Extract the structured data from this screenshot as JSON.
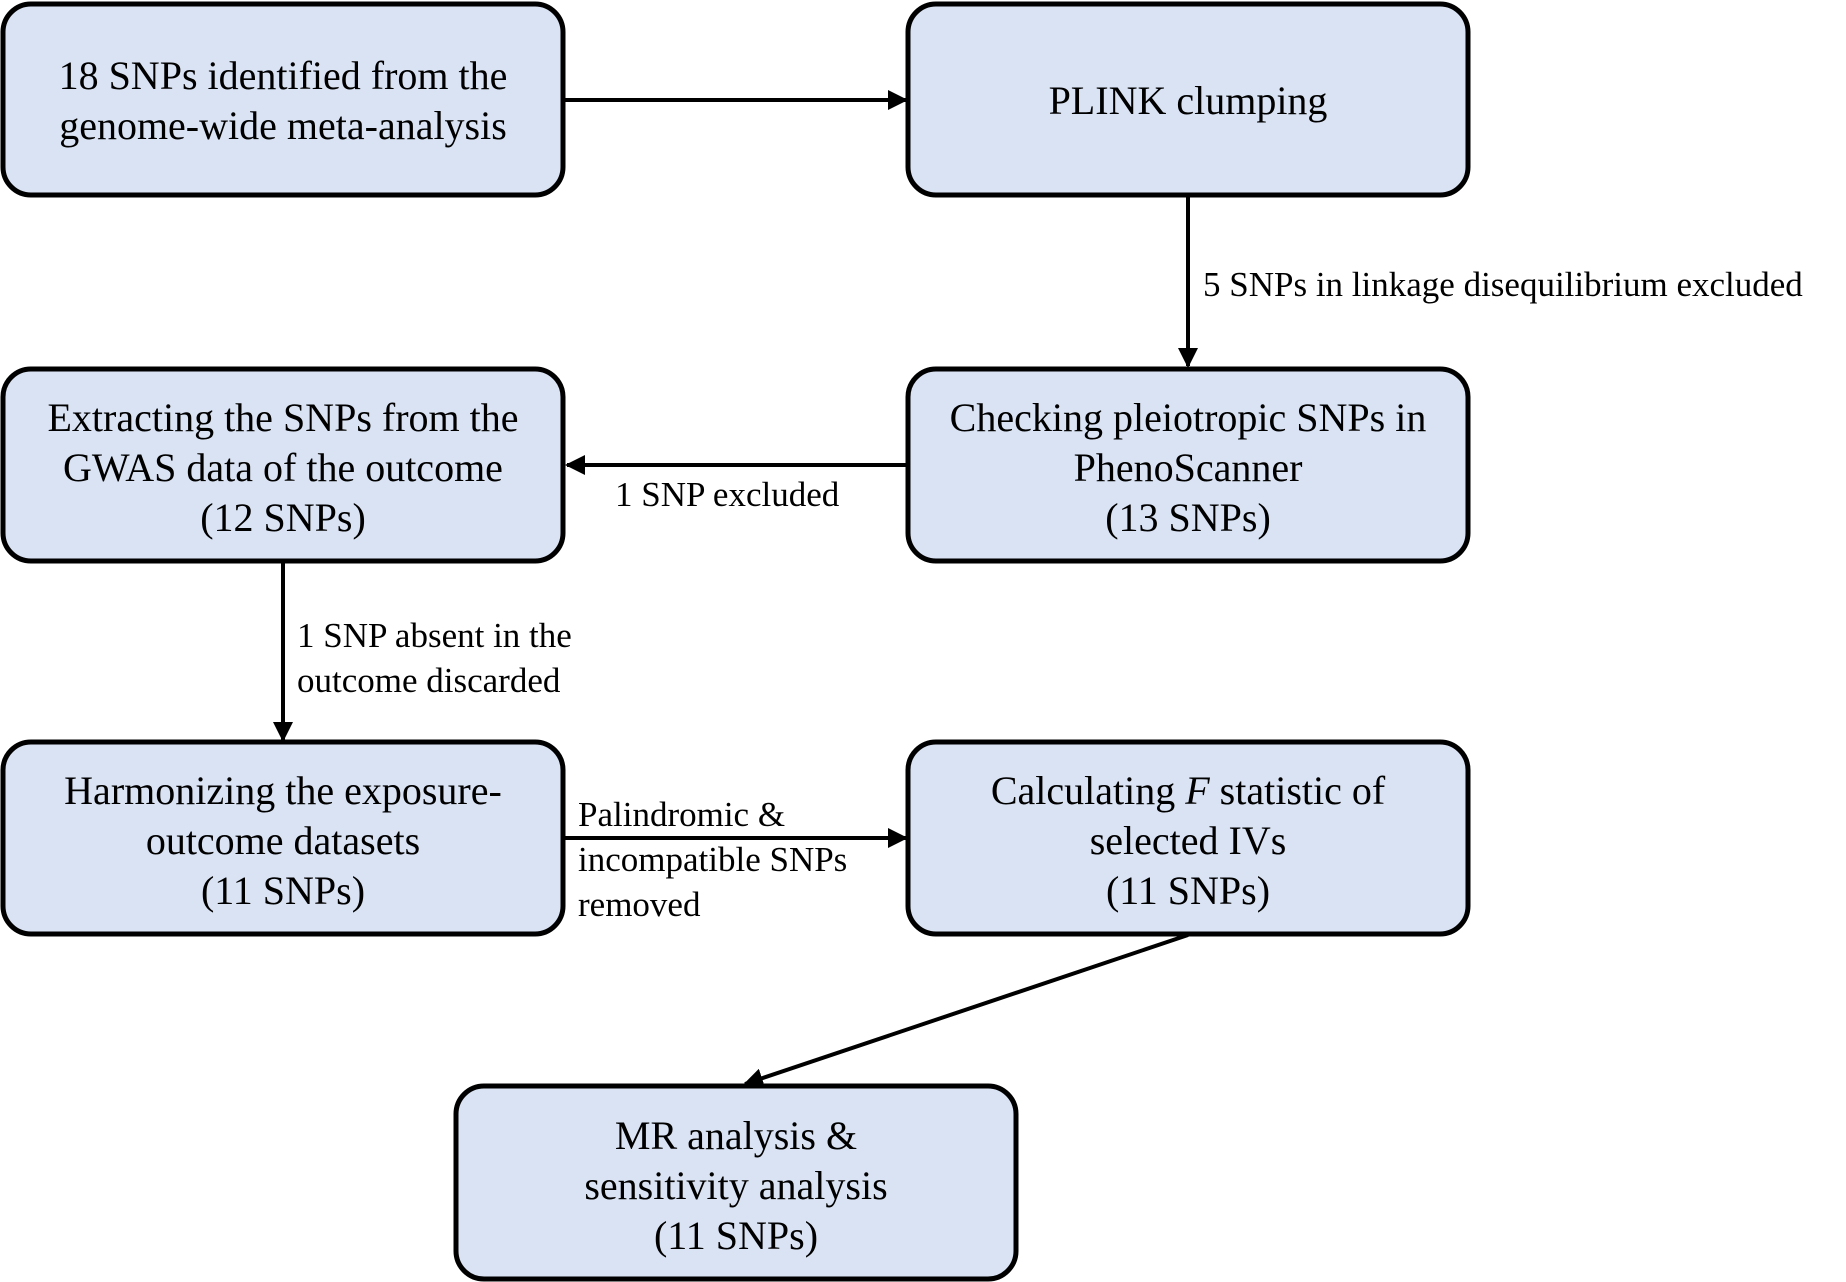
{
  "nodes": {
    "identified": {
      "lines": [
        "18 SNPs identified from the",
        "genome-wide meta-analysis"
      ]
    },
    "clumping": {
      "lines": [
        "PLINK clumping"
      ]
    },
    "pleiotropic": {
      "lines": [
        "Checking pleiotropic SNPs in",
        "PhenoScanner",
        "(13 SNPs)"
      ]
    },
    "extracting": {
      "lines": [
        "Extracting the SNPs from the",
        "GWAS data of the outcome",
        "(12 SNPs)"
      ]
    },
    "harmonizing": {
      "lines": [
        "Harmonizing the exposure-",
        "outcome datasets",
        "(11 SNPs)"
      ]
    },
    "fstat": {
      "line1_pre": "Calculating ",
      "line1_italic": "F",
      "line1_post": " statistic of",
      "lines": [
        "selected IVs",
        "(11 SNPs)"
      ]
    },
    "mr": {
      "lines": [
        "MR analysis &",
        "sensitivity analysis",
        "(11 SNPs)"
      ]
    }
  },
  "edge_labels": {
    "ld_excluded": "5 SNPs in linkage disequilibrium excluded",
    "one_excluded": "1 SNP excluded",
    "absent": [
      "1 SNP absent in the",
      "outcome discarded"
    ],
    "palindromic": [
      "Palindromic &",
      "incompatible SNPs",
      "removed"
    ]
  }
}
